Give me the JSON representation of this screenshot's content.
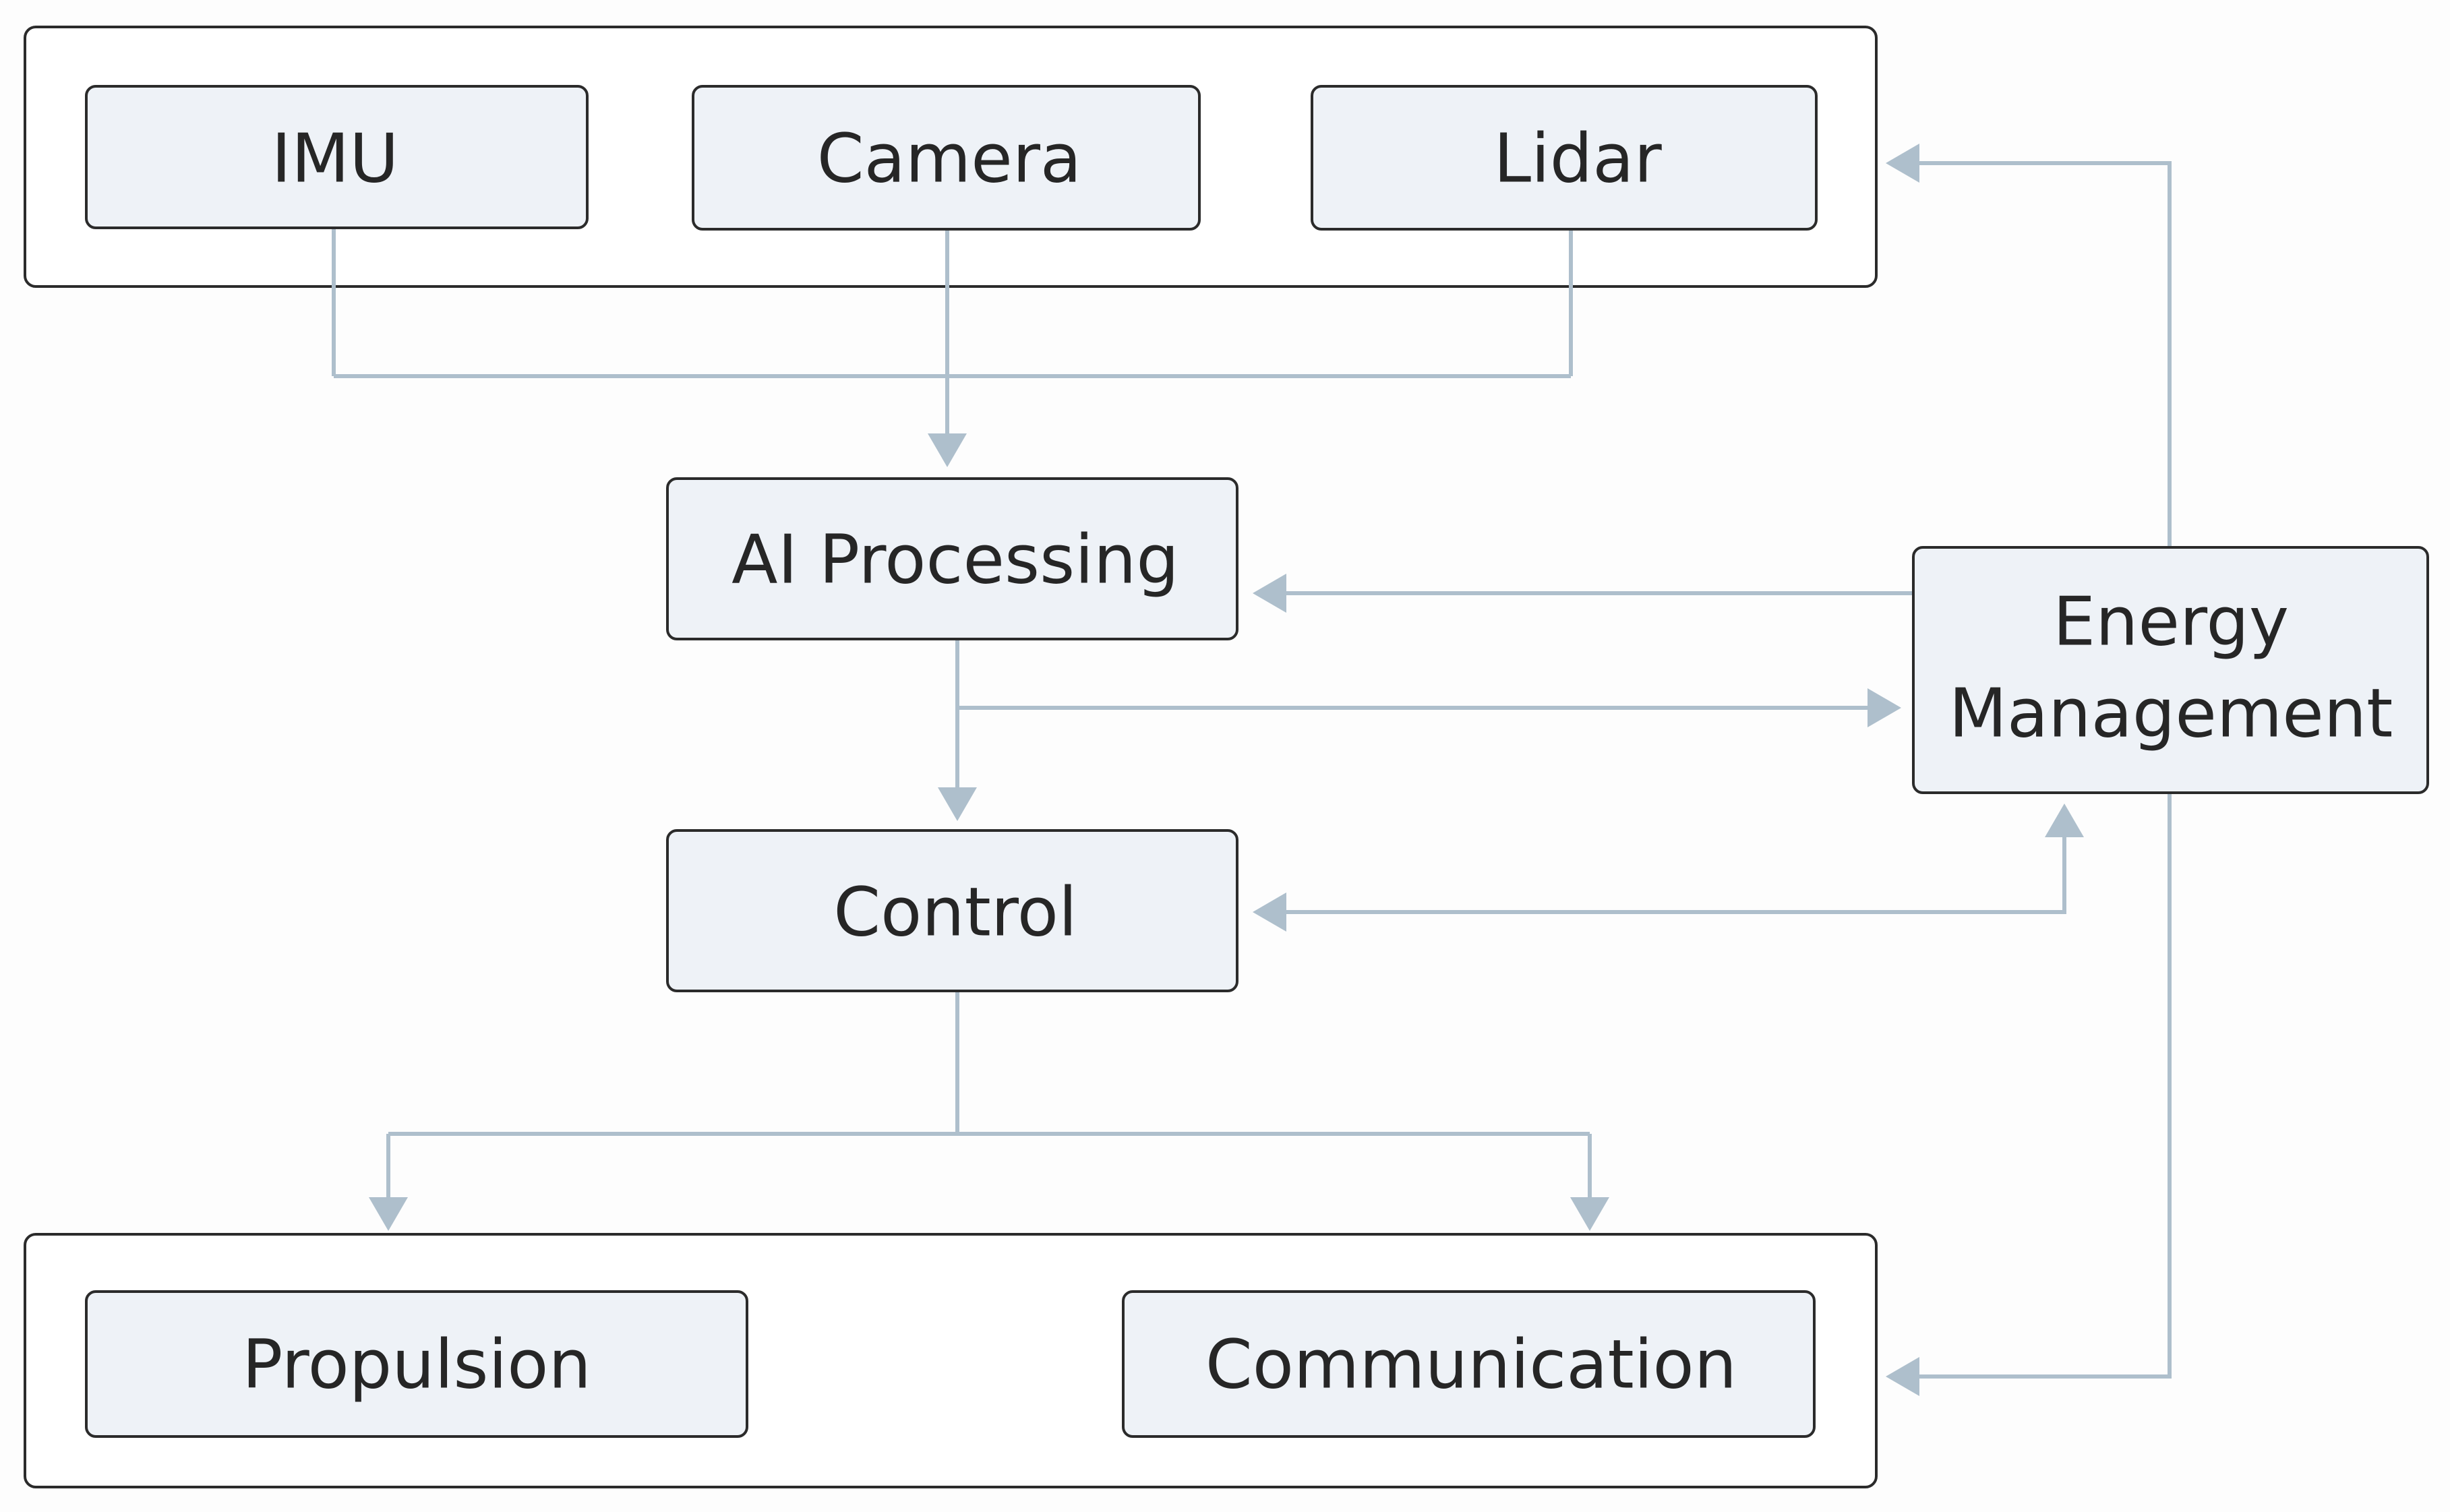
{
  "diagram": {
    "groups": {
      "sensors": {},
      "actuators": {}
    },
    "nodes": {
      "imu": "IMU",
      "camera": "Camera",
      "lidar": "Lidar",
      "ai_processing": "AI Processing",
      "control": "Control",
      "energy_line1": "Energy",
      "energy_line2": "Management",
      "propulsion": "Propulsion",
      "communication": "Communication"
    },
    "colors": {
      "connector": "#aebfcc",
      "node_fill": "#eef2f7",
      "border": "#2b2b2b"
    },
    "edges": [
      {
        "from": "IMU",
        "to": "AI Processing"
      },
      {
        "from": "Camera",
        "to": "AI Processing"
      },
      {
        "from": "Lidar",
        "to": "AI Processing"
      },
      {
        "from": "Energy Management",
        "to": "Sensors group"
      },
      {
        "from": "Energy Management",
        "to": "AI Processing"
      },
      {
        "from": "AI Processing",
        "to": "Energy Management"
      },
      {
        "from": "AI Processing",
        "to": "Control"
      },
      {
        "from": "Control",
        "to": "Energy Management",
        "bidirectional": true
      },
      {
        "from": "Control",
        "to": "Propulsion"
      },
      {
        "from": "Control",
        "to": "Communication"
      },
      {
        "from": "Energy Management",
        "to": "Actuators group"
      }
    ]
  }
}
